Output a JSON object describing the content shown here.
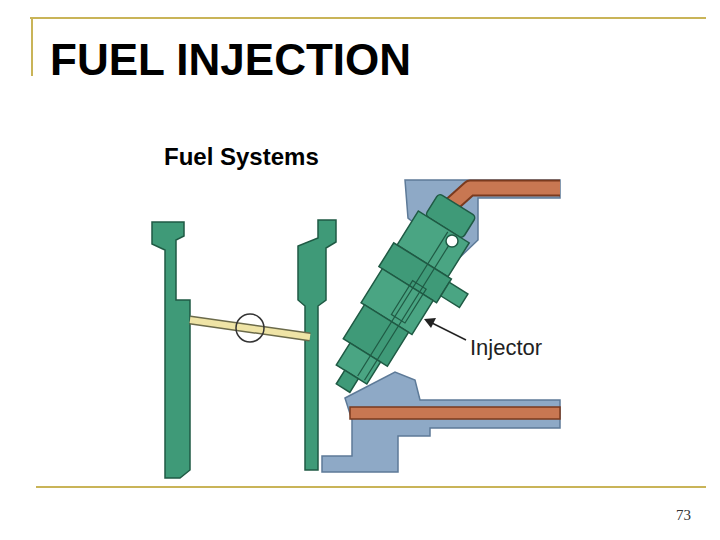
{
  "diagram": {
    "title": "FUEL INJECTION",
    "labels": [
      "Fuel Systems",
      "Injector",
      "73"
    ]
  }
}
